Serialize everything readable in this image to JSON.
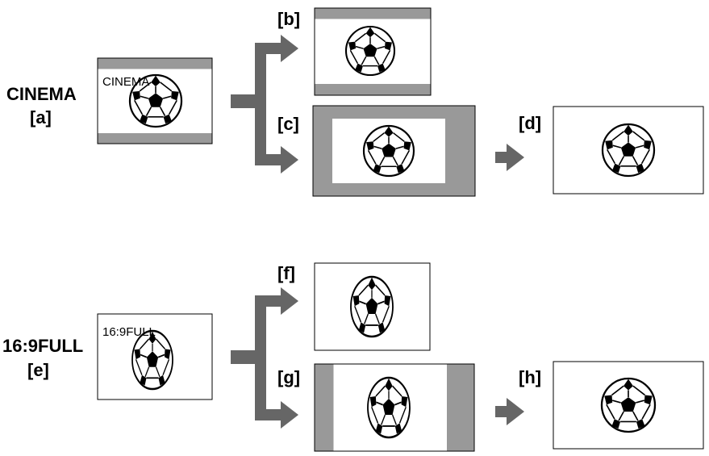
{
  "colors": {
    "background": "#ffffff",
    "frame_border": "#000000",
    "bar_gray": "#999999",
    "arrow_gray": "#666666"
  },
  "row1": {
    "mode_label": "CINEMA",
    "source_label": "[a]",
    "osd_text": "CINEMA",
    "label_b": "[b]",
    "label_c": "[c]",
    "label_d": "[d]"
  },
  "row2": {
    "mode_label": "16:9FULL",
    "source_label": "[e]",
    "osd_text": "16:9FULL",
    "label_f": "[f]",
    "label_g": "[g]",
    "label_h": "[h]"
  },
  "icons": {
    "ball": "soccer-ball-icon",
    "arrow": "arrow-right-icon"
  }
}
